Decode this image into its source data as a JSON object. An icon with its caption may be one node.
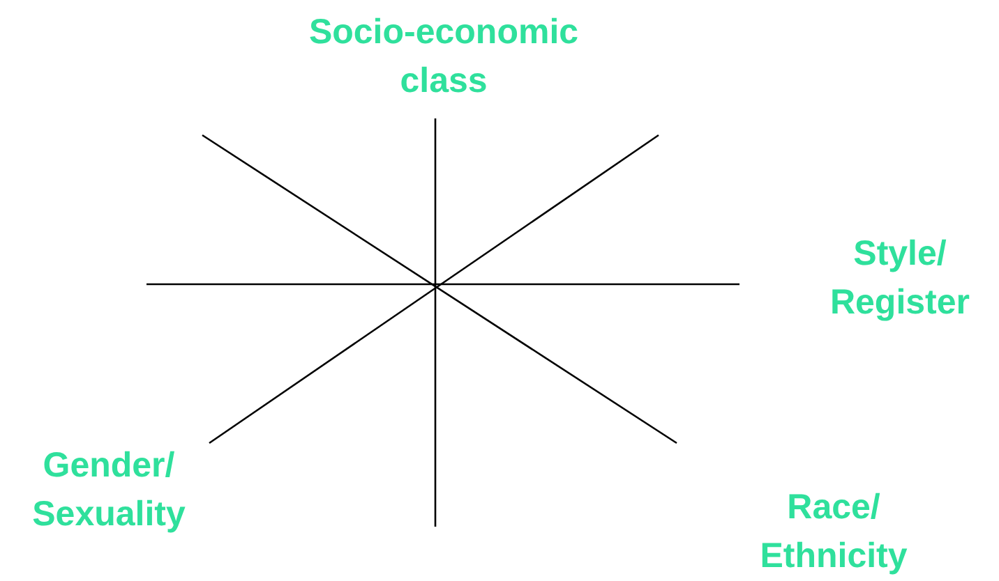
{
  "diagram": {
    "labels": [
      "Socio-economic class",
      "Style/ Register",
      "Gender/ Sexuality",
      "Race/ Ethnicity"
    ]
  }
}
